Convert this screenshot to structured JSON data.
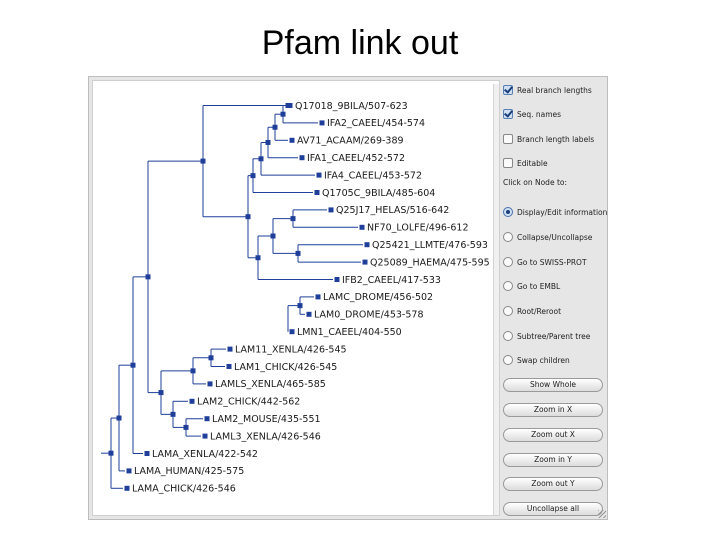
{
  "slide": {
    "title": "Pfam link out"
  },
  "tree": {
    "line_color": "#1f3f9a",
    "leaves": [
      "Q17018_9BILA/507-623",
      "IFA2_CAEEL/454-574",
      "AV71_ACAAM/269-389",
      "IFA1_CAEEL/452-572",
      "IFA4_CAEEL/453-572",
      "Q1705C_9BILA/485-604",
      "Q25J17_HELAS/516-642",
      "NF70_LOLFE/496-612",
      "Q25421_LLMTE/476-593",
      "Q25089_HAEMA/475-595",
      "IFB2_CAEEL/417-533",
      "LAMC_DROME/456-502",
      "LAM0_DROME/453-578",
      "LMN1_CAEEL/404-550",
      "LAM11_XENLA/426-545",
      "LAM1_CHICK/426-545",
      "LAMLS_XENLA/465-585",
      "LAM2_CHICK/442-562",
      "LAM2_MOUSE/435-551",
      "LAML3_XENLA/426-546",
      "LAMA_XENLA/422-542",
      "LAMA_HUMAN/425-575",
      "LAMA_CHICK/426-546"
    ]
  },
  "options": {
    "real_branch_lengths": {
      "label": "Real branch lengths",
      "checked": true
    },
    "seq_names": {
      "label": "Seq. names",
      "checked": true
    },
    "branch_length_labels": {
      "label": "Branch length labels",
      "checked": false
    },
    "editable": {
      "label": "Editable",
      "checked": false
    }
  },
  "click_on_node_label": "Click on Node to:",
  "radio": {
    "selected": "Display/Edit information",
    "items": [
      "Display/Edit information",
      "Collapse/Uncollapse",
      "Go to SWISS-PROT",
      "Go to EMBL",
      "Root/Reroot",
      "Subtree/Parent tree",
      "Swap children"
    ]
  },
  "buttons": {
    "show_whole": "Show Whole",
    "zoom_in_x": "Zoom in X",
    "zoom_out_x": "Zoom out X",
    "zoom_in_y": "Zoom in Y",
    "zoom_out_y": "Zoom out Y",
    "uncollapse_all": "Uncollapse all"
  }
}
